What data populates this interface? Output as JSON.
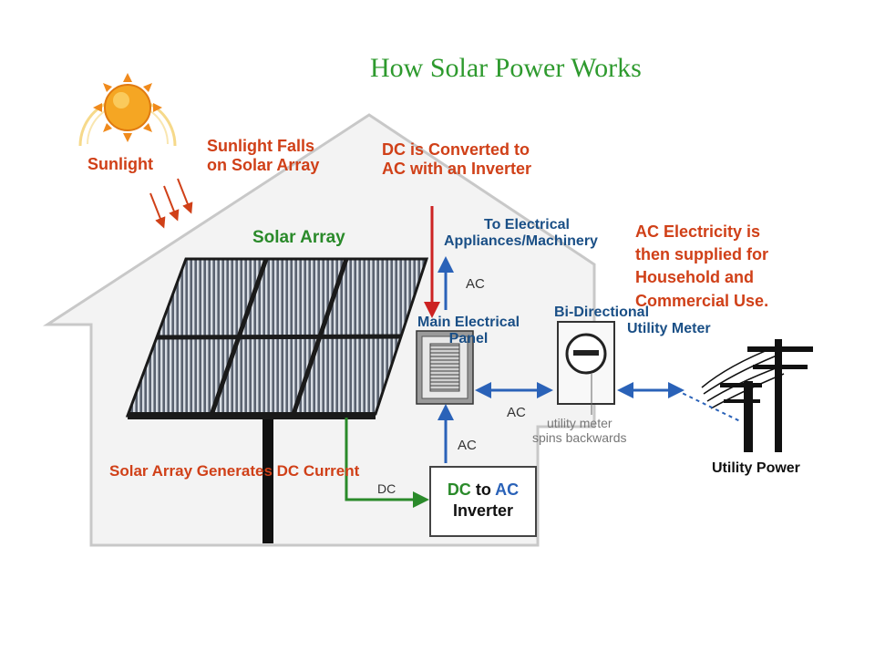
{
  "title": "How Solar Power Works",
  "labels": {
    "sunlight": "Sunlight",
    "sunlight_falls_1": "Sunlight Falls",
    "sunlight_falls_2": "on Solar Array",
    "dc_converted_1": "DC is Converted to",
    "dc_converted_2": "AC with an Inverter",
    "to_electrical_1": "To Electrical",
    "to_electrical_2": "Appliances/Machinery",
    "ac_supplied_1": "AC Electricity is",
    "ac_supplied_2": "then supplied for",
    "ac_supplied_3": "Household and",
    "ac_supplied_4": "Commercial Use.",
    "solar_array": "Solar Array",
    "main_panel_1": "Main Electrical",
    "main_panel_2": "Panel",
    "bidirectional_1": "Bi-Directional",
    "bidirectional_2": "Utility Meter",
    "meter_note_1": "utility meter",
    "meter_note_2": "spins backwards",
    "utility_power": "Utility Power",
    "generates_dc": "Solar Array Generates DC Current",
    "inverter_dc": "DC",
    "inverter_to": "to",
    "inverter_ac": "AC",
    "inverter_word": "Inverter"
  },
  "flow_labels": {
    "ac_up": "AC",
    "ac_between": "AC",
    "ac_inverter": "AC",
    "dc_line": "DC"
  },
  "colors": {
    "title": "#2e9a2e",
    "orange_text": "#d04018",
    "blue_text": "#1a4f86",
    "green_text": "#2a8a2a",
    "red_arrow": "#cc2222",
    "blue_arrow": "#2a62b8",
    "green_line": "#2a8a2a",
    "sun": "#f5a623",
    "house_fill": "#f3f3f3",
    "house_stroke": "#c8c8c8"
  },
  "icons": {
    "sun": "sun-icon",
    "solar_panel": "solar-panel-icon",
    "electrical_panel": "electrical-panel-icon",
    "meter": "meter-icon",
    "power_pole": "power-pole-icon"
  }
}
